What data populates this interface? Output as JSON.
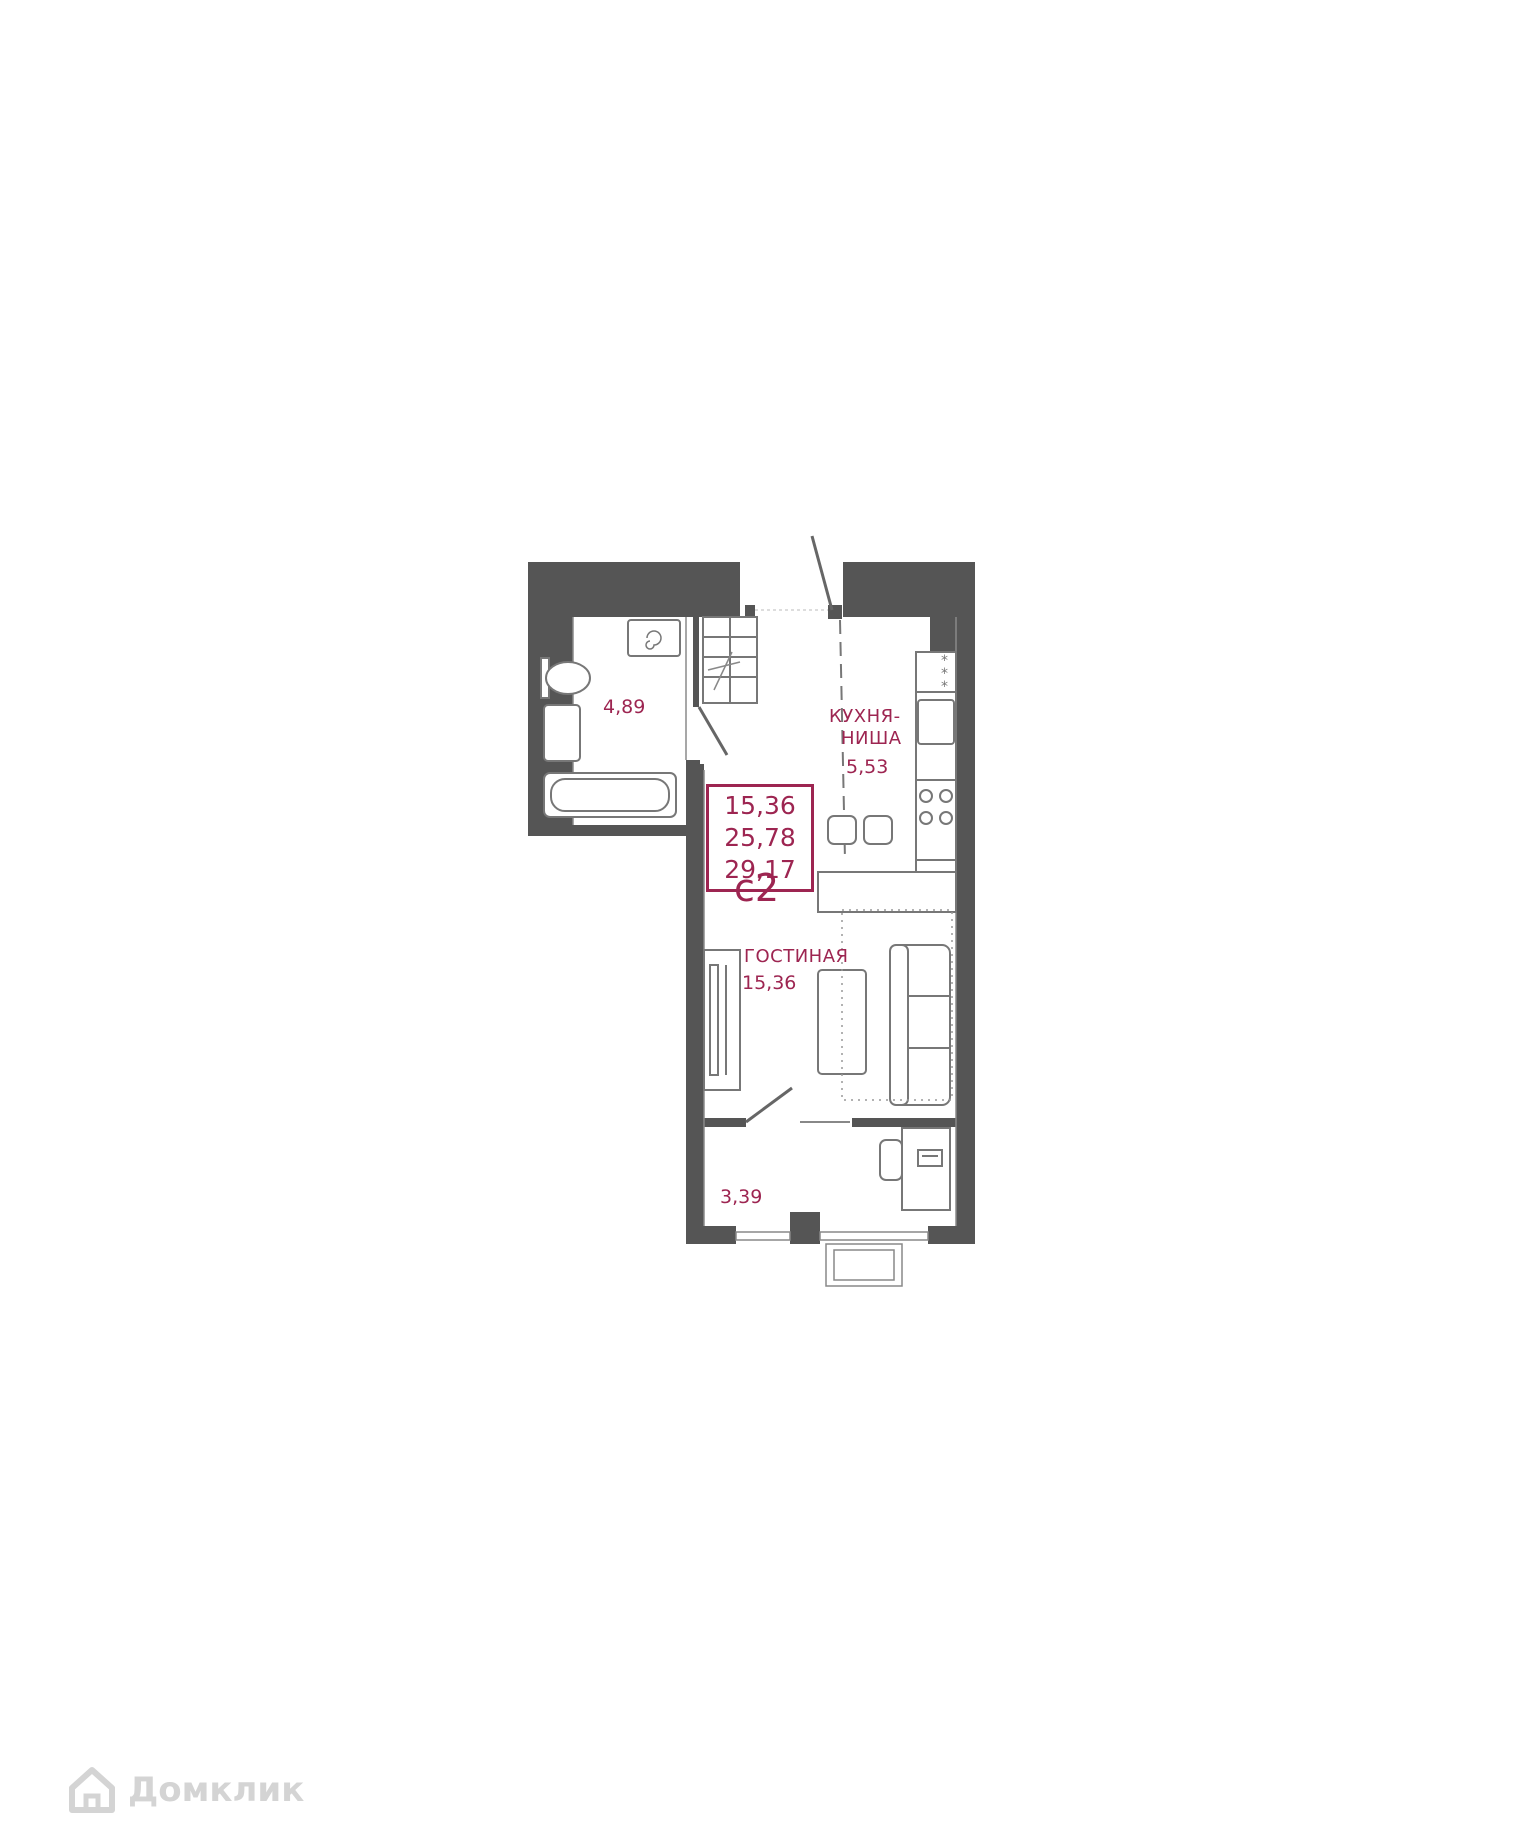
{
  "apartment": {
    "code": "с2",
    "areas": [
      "15,36",
      "25,78",
      "29,17"
    ]
  },
  "rooms": {
    "bathroom": {
      "area": "4,89"
    },
    "kitchen": {
      "name_line1": "КУХНЯ-",
      "name_line2": "НИША",
      "area": "5,53"
    },
    "living": {
      "name": "ГОСТИНАЯ",
      "area": "15,36"
    },
    "balcony": {
      "area": "3,39"
    }
  },
  "watermark": {
    "icon": "house-icon",
    "text": "Домклик"
  },
  "colors": {
    "accent": "#9d2551",
    "wall": "#555555",
    "furniture": "#8a8a8a",
    "watermark": "#d4d4d4"
  }
}
